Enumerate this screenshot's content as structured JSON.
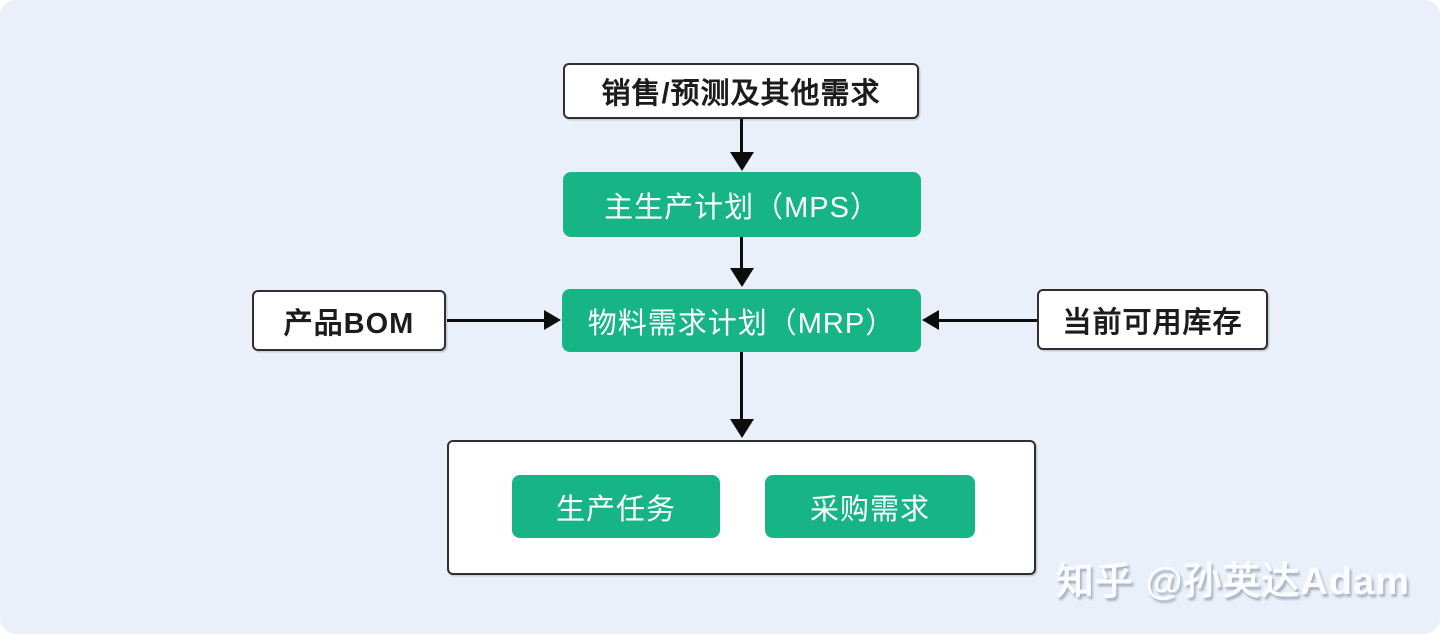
{
  "diagram": {
    "title_hint": "MPS/MRP production planning flow",
    "nodes": {
      "demand": "销售/预测及其他需求",
      "mps": "主生产计划（MPS）",
      "mrp": "物料需求计划（MRP）",
      "bom": "产品BOM",
      "inventory": "当前可用库存",
      "production": "生产任务",
      "purchase": "采购需求"
    },
    "edges": [
      {
        "from": "demand",
        "to": "mps",
        "direction": "down"
      },
      {
        "from": "mps",
        "to": "mrp",
        "direction": "down"
      },
      {
        "from": "bom",
        "to": "mrp",
        "direction": "right"
      },
      {
        "from": "inventory",
        "to": "mrp",
        "direction": "left"
      },
      {
        "from": "mrp",
        "to": "outputs",
        "direction": "down"
      }
    ]
  },
  "watermark": {
    "text": "知乎 @孙英达Adam"
  },
  "colors": {
    "background": "#eaf0f9",
    "node_green": "#17b586",
    "text_light": "#ffffff",
    "text_dark": "#1c1c1c",
    "box_border": "#2f2f2f",
    "arrow": "#0d0d0d",
    "watermark": "#fbfcfe"
  }
}
